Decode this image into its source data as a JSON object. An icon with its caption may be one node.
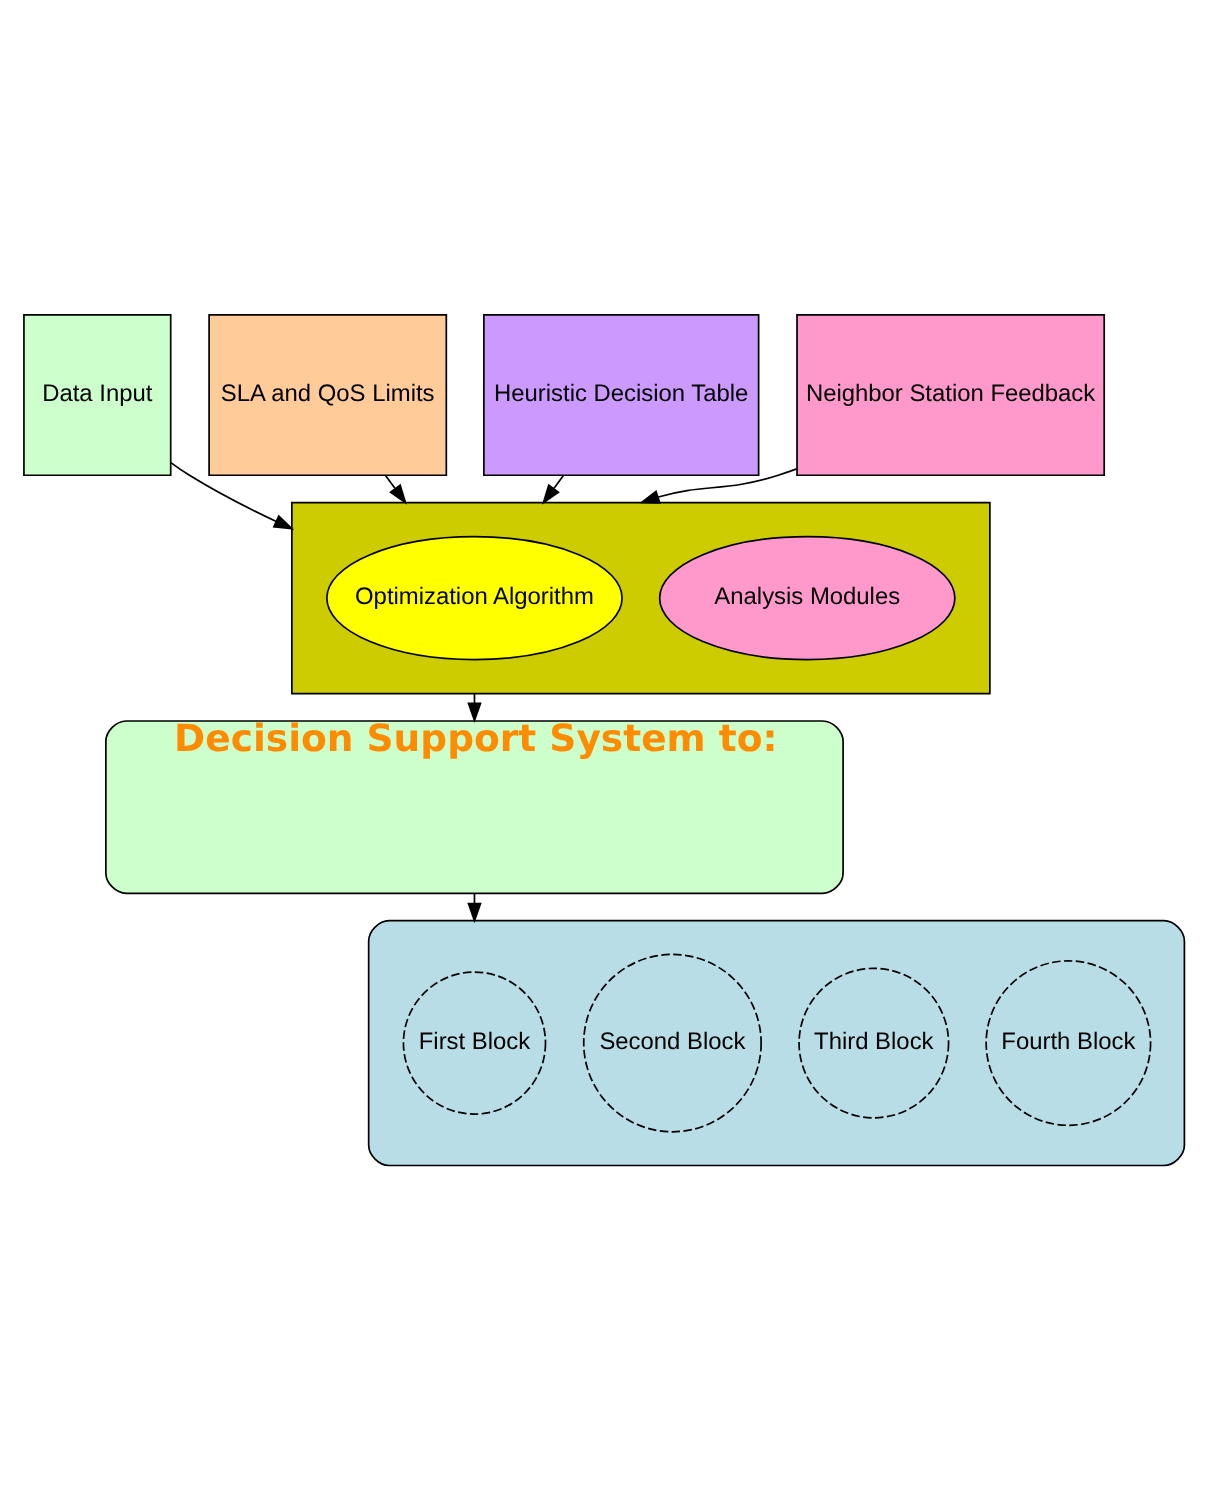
{
  "diagram": {
    "nodes": [
      {
        "text": [
          "Data Input"
        ]
      },
      {
        "text": [
          "SLA and QoS Limits"
        ]
      },
      {
        "text": [
          "Heuristic Decision Table"
        ]
      },
      {
        "text": [
          "Neighbor Station Feedback"
        ]
      },
      {
        "text": [],
        "shape": "box"
      },
      {
        "text": [
          "Optimization Algorithm"
        ],
        "in": 4
      },
      {
        "text": [
          "Analysis Modules"
        ],
        "in": 4
      },
      {
        "text": [
          "Decision Support System to:"
        ]
      },
      {
        "text": [],
        "shape": "ellipse"
      },
      {
        "text": [
          "First Block"
        ],
        "in": 8
      },
      {
        "text": [
          "Second Block"
        ],
        "in": 8
      },
      {
        "text": [
          "Third Block"
        ],
        "in": 8
      },
      {
        "text": [
          "Fourth Block"
        ],
        "in": 8
      }
    ],
    "edges": [
      {
        "from": 0,
        "to": 4,
        "arrow": "to"
      },
      {
        "from": 1,
        "to": 4,
        "arrow": "to"
      },
      {
        "from": 2,
        "to": 4,
        "arrow": "to"
      },
      {
        "from": 3,
        "to": 4,
        "arrow": "to"
      },
      {
        "from": 4,
        "to": 7,
        "arrow": "to"
      },
      {
        "from": 7,
        "to": 8,
        "arrow": "to"
      }
    ]
  }
}
